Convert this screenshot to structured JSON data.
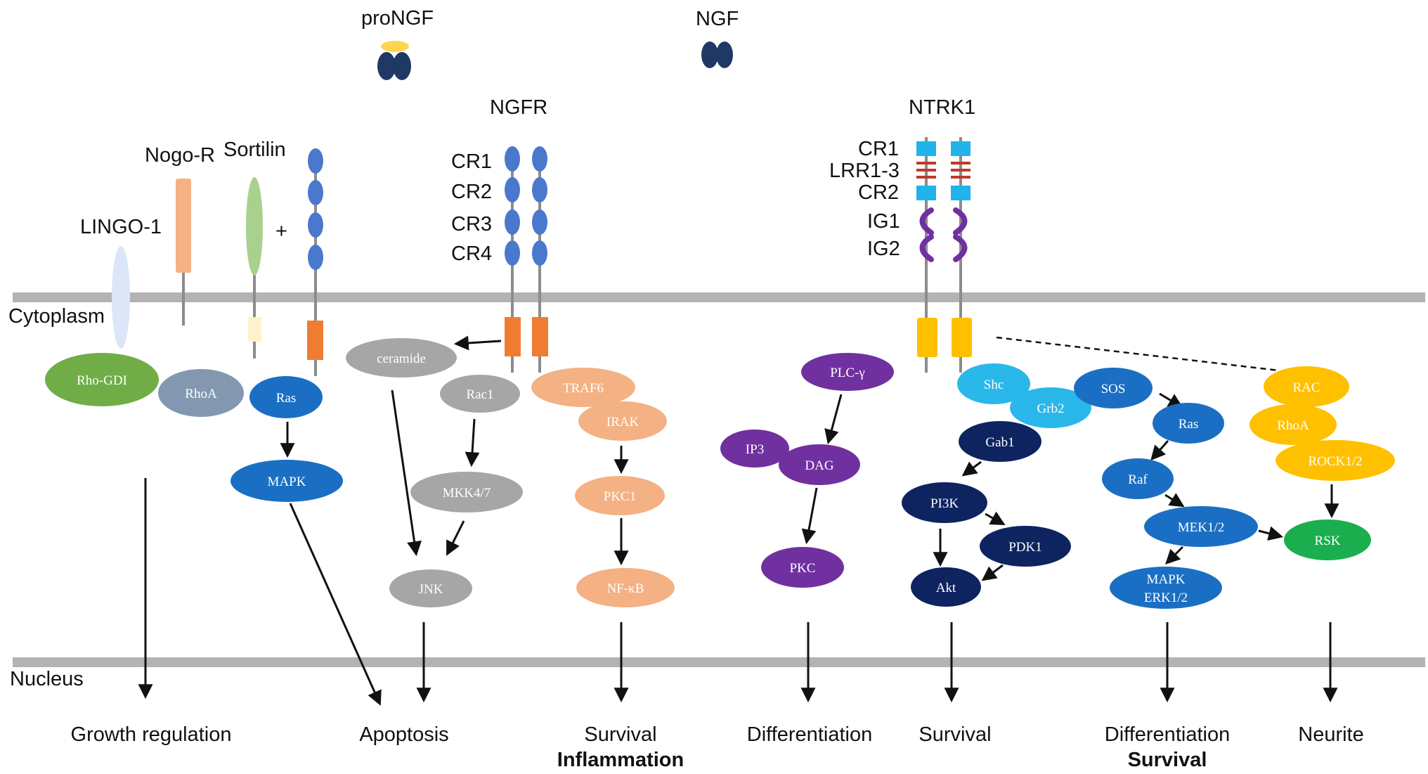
{
  "ligands": {
    "proNGF": "proNGF",
    "NGF": "NGF"
  },
  "receptors": {
    "ngfr": "NGFR",
    "ntrk1": "NTRK1",
    "nogo_r": "Nogo-R",
    "sortilin": "Sortilin",
    "lingo1": "LINGO-1",
    "plus": "+"
  },
  "ngfr_domains": [
    "CR1",
    "CR2",
    "CR3",
    "CR4"
  ],
  "ntrk1_domains": [
    "CR1",
    "LRR1-3",
    "CR2",
    "IG1",
    "IG2"
  ],
  "compartments": {
    "cytoplasm": "Cytoplasm",
    "nucleus": "Nucleus"
  },
  "nodes": {
    "rho_gdi": "Rho-GDI",
    "rhoa_left": "RhoA",
    "ras_left": "Ras",
    "mapk_left": "MAPK",
    "ceramide": "ceramide",
    "rac1": "Rac1",
    "mkk47": "MKK4/7",
    "jnk": "JNK",
    "traf6": "TRAF6",
    "irak": "IRAK",
    "pkc1": "PKC1",
    "nfkb": "NF-κB",
    "plcg": "PLC-γ",
    "ip3": "IP3",
    "dag": "DAG",
    "pkc": "PKC",
    "shc": "Shc",
    "grb2": "Grb2",
    "sos": "SOS",
    "gab1": "Gab1",
    "pi3k": "PI3K",
    "pdk1": "PDK1",
    "akt": "Akt",
    "ras_right": "Ras",
    "raf": "Raf",
    "mek12": "MEK1/2",
    "mapk_erk_1": "MAPK",
    "mapk_erk_2": "ERK1/2",
    "rac": "RAC",
    "rhoa_right": "RhoA",
    "rock12": "ROCK1/2",
    "rsk": "RSK"
  },
  "outcomes": {
    "growth_regulation": "Growth regulation",
    "apoptosis": "Apoptosis",
    "survival_1": "Survival",
    "inflammation": "Inflammation",
    "differentiation_1": "Differentiation",
    "survival_2": "Survival",
    "differentiation_2": "Differentiation",
    "survival_3": "Survival",
    "neurite": "Neurite"
  },
  "colors": {
    "membrane": "#b3b3b3",
    "receptor_blue": "#4a78cc",
    "receptor_orange": "#ee7d31",
    "ntrk1_cyan": "#21b3ec",
    "ntrk1_lrr_red": "#c0392b",
    "ntrk1_ig_purple": "#7030a0",
    "ntrk1_kinase": "#ffc000",
    "gray_node": "#a6a6a6",
    "salmon_node": "#f4b183",
    "purple_node": "#7030a0",
    "navy_node": "#0e2460",
    "blue_node": "#1a6fc4",
    "cyan_node": "#2ab7ea",
    "yellow_node": "#ffc000",
    "green_node": "#1aae4f",
    "rho_gdi_green": "#70ad47",
    "rhoa_slate": "#8497b0"
  }
}
